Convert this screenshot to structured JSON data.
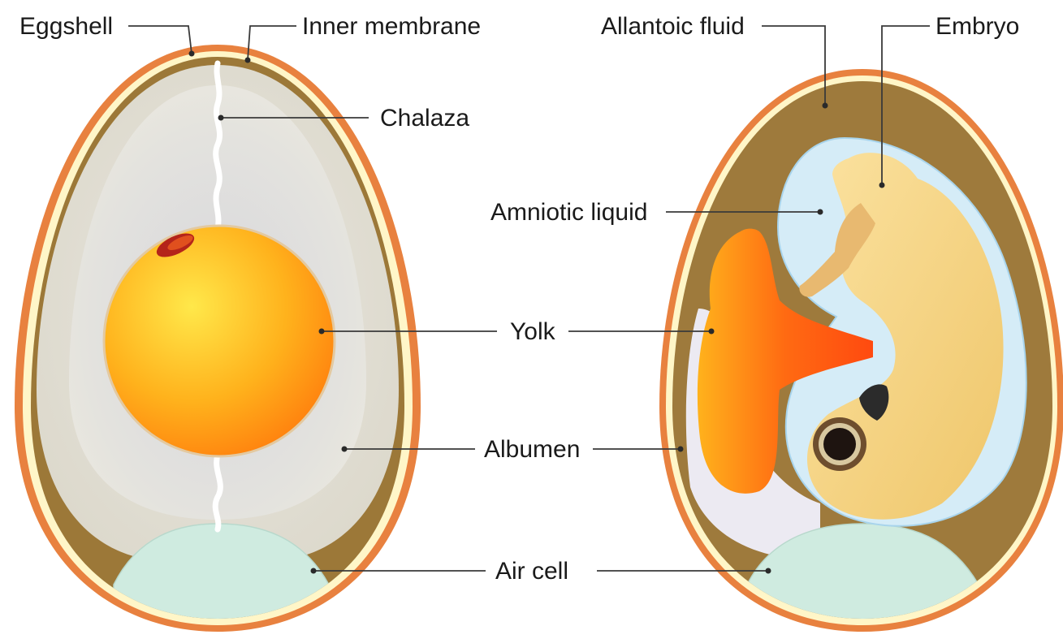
{
  "labels": {
    "eggshell": "Eggshell",
    "inner_membrane": "Inner membrane",
    "chalaza": "Chalaza",
    "yolk": "Yolk",
    "albumen": "Albumen",
    "air_cell": "Air cell",
    "allantoic_fluid": "Allantoic fluid",
    "embryo": "Embryo",
    "amniotic_liquid": "Amniotic liquid"
  },
  "colors": {
    "shell": "#E8813F",
    "membrane": "#FFF6C8",
    "cavity": "#A07A3C",
    "albumen": "#E2E0DA",
    "air_cell": "#CFEBE0",
    "yolk": "#FFA41E",
    "allantois": "#FF5A12",
    "amnion": "#D5ECF7",
    "embryo": "#F6D37E"
  }
}
